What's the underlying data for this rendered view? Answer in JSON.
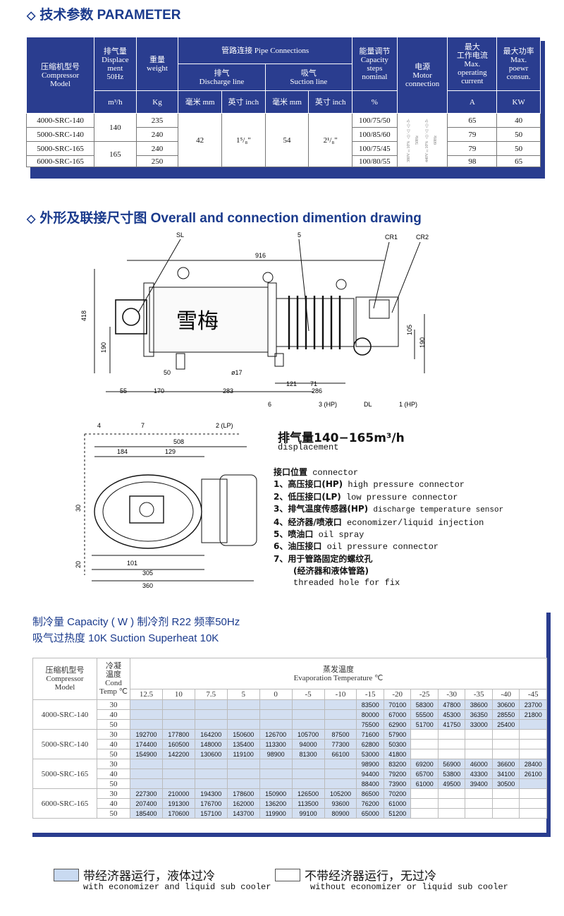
{
  "parameter": {
    "title": "技术参数 PARAMETER",
    "headers": {
      "model": [
        "压缩机型号",
        "Compressor",
        "Model"
      ],
      "displacement": [
        "排气量",
        "Displace",
        "ment",
        "50Hz"
      ],
      "displacement_unit": "m³/h",
      "weight": [
        "重量",
        "weight"
      ],
      "weight_unit": "Kg",
      "pipe": "管路连接 Pipe Connections",
      "discharge": [
        "排气",
        "Discharge line"
      ],
      "suction": [
        "吸气",
        "Suction line"
      ],
      "mm1": "毫米 mm",
      "inch1": "英寸 inch",
      "mm2": "毫米 mm",
      "inch2": "英寸 inch",
      "capacity": [
        "能量调节",
        "Capacity",
        "steps",
        "nominal"
      ],
      "capacity_unit": "%",
      "motor": [
        "电源",
        "Motor",
        "connection"
      ],
      "current": [
        "最大",
        "工作电流",
        "Max.",
        "operating",
        "current"
      ],
      "current_unit": "A",
      "power": [
        "最大功率",
        "Max.",
        "poewr",
        "consun."
      ],
      "power_unit": "KW"
    },
    "rows": [
      {
        "model": "4000-SRC-140",
        "weight": "235",
        "steps": "100/75/50",
        "current": "65",
        "power": "40"
      },
      {
        "model": "5000-SRC-140",
        "weight": "240",
        "steps": "100/85/60",
        "current": "79",
        "power": "50"
      },
      {
        "model": "5000-SRC-165",
        "weight": "240",
        "steps": "100/75/45",
        "current": "79",
        "power": "50"
      },
      {
        "model": "6000-SRC-165",
        "weight": "250",
        "steps": "100/80/55",
        "current": "98",
        "power": "65"
      }
    ],
    "displacement_values": [
      "140",
      "165"
    ],
    "discharge_mm": "42",
    "discharge_inch": "1⁵/₈\"",
    "suction_mm": "54",
    "suction_inch": "2¹/₈\"",
    "motor_text": [
      "380V±10% △/△△-3-50Hz",
      "440V±10% △/△△-3-60Hz"
    ]
  },
  "drawing": {
    "title": "外形及联接尺寸图 Overall and connection dimention drawing",
    "labels": {
      "sl": "SL",
      "five": "5",
      "cr1": "CR1",
      "cr2": "CR2",
      "d916": "916",
      "d418": "418",
      "d190a": "190",
      "d105": "105",
      "d190b": "190",
      "d50": "50",
      "phi17": "ø17",
      "d121": "121",
      "d71": "71",
      "d286": "286",
      "d55": "55",
      "d170": "170",
      "d283": "283",
      "d6": "6",
      "hp3": "3 (HP)",
      "dl": "DL",
      "hp1": "1 (HP)",
      "d4": "4",
      "d7": "7",
      "lp2": "2 (LP)",
      "d508": "508",
      "d184": "184",
      "d129": "129",
      "d30": "30",
      "d20": "20",
      "d101": "101",
      "d305": "305",
      "d360": "360",
      "brand": "雪梅"
    },
    "displacement_note": "排气量140−165m³/h",
    "displacement_en": "displacement",
    "connector_title": "接口位置",
    "connector_title_en": "connector",
    "connectors": [
      {
        "zh": "1、高压接口(HP)",
        "en": "high pressure connector"
      },
      {
        "zh": "2、低压接口(LP)",
        "en": "low pressure connector"
      },
      {
        "zh": "3、排气温度传感器(HP)",
        "en": "discharge temperature sensor"
      },
      {
        "zh": "4、经济器/喷液口",
        "en": "economizer/liquid injection"
      },
      {
        "zh": "5、喷油口",
        "en": "oil spray"
      },
      {
        "zh": "6、油压接口",
        "en": "oil pressure connector"
      },
      {
        "zh": "7、用于管路固定的螺纹孔",
        "en": ""
      }
    ],
    "connector7_line2": "(经济器和液体管路)",
    "connector7_line3": "threaded hole for fix"
  },
  "capacity": {
    "title_line1": "制冷量 Capacity ( W )  制冷剂 R22  频率50Hz",
    "title_line2": "吸气过热度 10K  Suction Superheat 10K",
    "model_header": [
      "压缩机型号",
      "Compressor",
      "Model"
    ],
    "cond_header": [
      "冷凝",
      "温度",
      "Cond",
      "Temp ℃"
    ],
    "evap_header": [
      "蒸发温度",
      "Evaporation Temperature ℃"
    ],
    "evap_temps": [
      "12.5",
      "10",
      "7.5",
      "5",
      "0",
      "-5",
      "-10",
      "-15",
      "-20",
      "-25",
      "-30",
      "-35",
      "-40",
      "-45"
    ],
    "groups": [
      {
        "model": "4000-SRC-140",
        "rows": [
          {
            "cond": "30",
            "vals": [
              "",
              "",
              "",
              "",
              "",
              "",
              "",
              "83500",
              "70100",
              "58300",
              "47800",
              "38600",
              "30600",
              "23700"
            ]
          },
          {
            "cond": "40",
            "vals": [
              "",
              "",
              "",
              "",
              "",
              "",
              "",
              "80000",
              "67000",
              "55500",
              "45300",
              "36350",
              "28550",
              "21800"
            ]
          },
          {
            "cond": "50",
            "vals": [
              "",
              "",
              "",
              "",
              "",
              "",
              "",
              "75500",
              "62900",
              "51700",
              "41750",
              "33000",
              "25400",
              ""
            ]
          }
        ]
      },
      {
        "model": "5000-SRC-140",
        "rows": [
          {
            "cond": "30",
            "vals": [
              "192700",
              "177800",
              "164200",
              "150600",
              "126700",
              "105700",
              "87500",
              "71600",
              "57900",
              "",
              "",
              "",
              "",
              ""
            ]
          },
          {
            "cond": "40",
            "vals": [
              "174400",
              "160500",
              "148000",
              "135400",
              "113300",
              "94000",
              "77300",
              "62800",
              "50300",
              "",
              "",
              "",
              "",
              ""
            ]
          },
          {
            "cond": "50",
            "vals": [
              "154900",
              "142200",
              "130600",
              "119100",
              "98900",
              "81300",
              "66100",
              "53000",
              "41800",
              "",
              "",
              "",
              "",
              ""
            ]
          }
        ]
      },
      {
        "model": "5000-SRC-165",
        "rows": [
          {
            "cond": "30",
            "vals": [
              "",
              "",
              "",
              "",
              "",
              "",
              "",
              "98900",
              "83200",
              "69200",
              "56900",
              "46000",
              "36600",
              "28400"
            ]
          },
          {
            "cond": "40",
            "vals": [
              "",
              "",
              "",
              "",
              "",
              "",
              "",
              "94400",
              "79200",
              "65700",
              "53800",
              "43300",
              "34100",
              "26100"
            ]
          },
          {
            "cond": "50",
            "vals": [
              "",
              "",
              "",
              "",
              "",
              "",
              "",
              "88400",
              "73900",
              "61000",
              "49500",
              "39400",
              "30500",
              ""
            ]
          }
        ]
      },
      {
        "model": "6000-SRC-165",
        "rows": [
          {
            "cond": "30",
            "vals": [
              "227300",
              "210000",
              "194300",
              "178600",
              "150900",
              "126500",
              "105200",
              "86500",
              "70200",
              "",
              "",
              "",
              "",
              ""
            ]
          },
          {
            "cond": "40",
            "vals": [
              "207400",
              "191300",
              "176700",
              "162000",
              "136200",
              "113500",
              "93600",
              "76200",
              "61000",
              "",
              "",
              "",
              "",
              ""
            ]
          },
          {
            "cond": "50",
            "vals": [
              "185400",
              "170600",
              "157100",
              "143700",
              "119900",
              "99100",
              "80900",
              "65000",
              "51200",
              "",
              "",
              "",
              "",
              ""
            ]
          }
        ]
      }
    ],
    "eco_color": "#d3dff1"
  },
  "legend": {
    "eco_zh": "带经济器运行，液体过冷",
    "eco_en": "with economizer and liquid sub cooler",
    "noeco_zh": "不带经济器运行，无过冷",
    "noeco_en": "without economizer or liquid sub cooler"
  },
  "colors": {
    "accent": "#2a3d8f",
    "title": "#1a3a8c"
  }
}
